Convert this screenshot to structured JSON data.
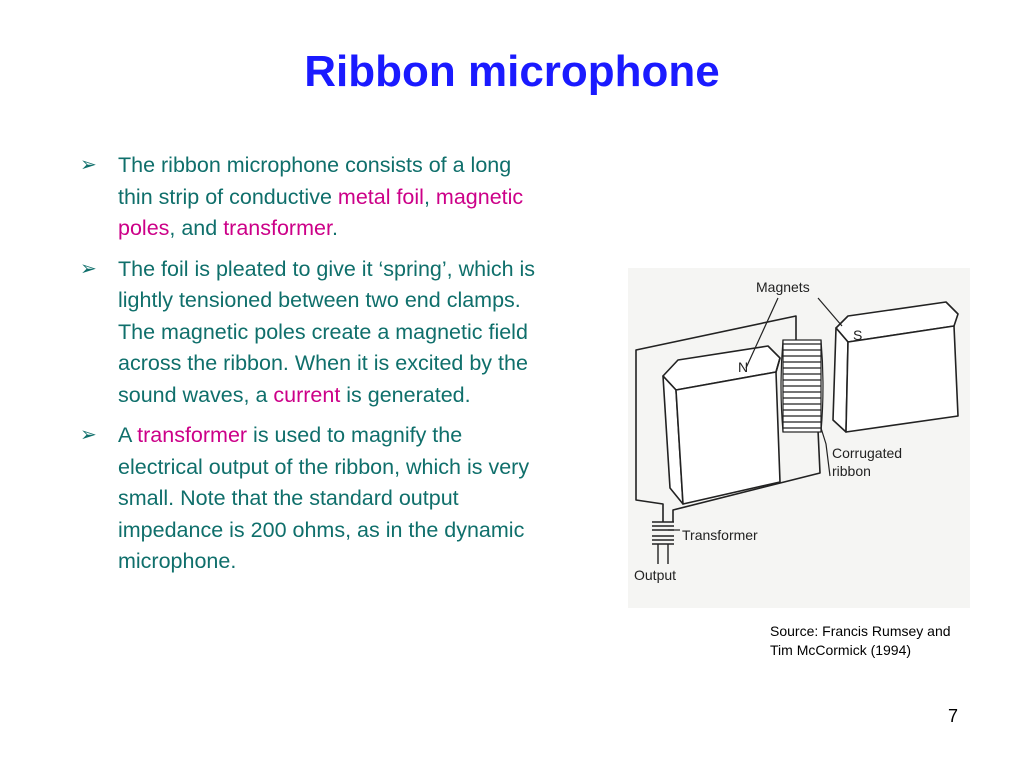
{
  "slide": {
    "title": "Ribbon microphone",
    "page_number": "7",
    "source": {
      "line1": "Source: Francis Rumsey and",
      "line2": "Tim McCormick (1994)"
    },
    "bullet_marker": "➢",
    "bullets": [
      {
        "t1": "The ribbon microphone consists of a long thin strip of conductive ",
        "h1": "metal foil",
        "t2": ", ",
        "h2": "magnetic poles",
        "t3": ", and ",
        "h3": "transformer",
        "t4": "."
      },
      {
        "t1": "The foil is pleated to give it ‘spring’, which is lightly tensioned between two end clamps. The magnetic poles create a magnetic field across the ribbon. When it is excited by the sound waves, a ",
        "h1": "current",
        "t2": " is generated."
      },
      {
        "t1": "A ",
        "h1": "transformer",
        "t2": " is used to magnify the electrical output of the ribbon, which is very small. Note that the standard output impedance is 200 ohms, as in the dynamic microphone."
      }
    ],
    "diagram": {
      "label_magnets": "Magnets",
      "label_n": "N",
      "label_s": "S",
      "label_corrugated": "Corrugated",
      "label_ribbon": "ribbon",
      "label_transformer": "Transformer",
      "label_output": "Output"
    }
  }
}
